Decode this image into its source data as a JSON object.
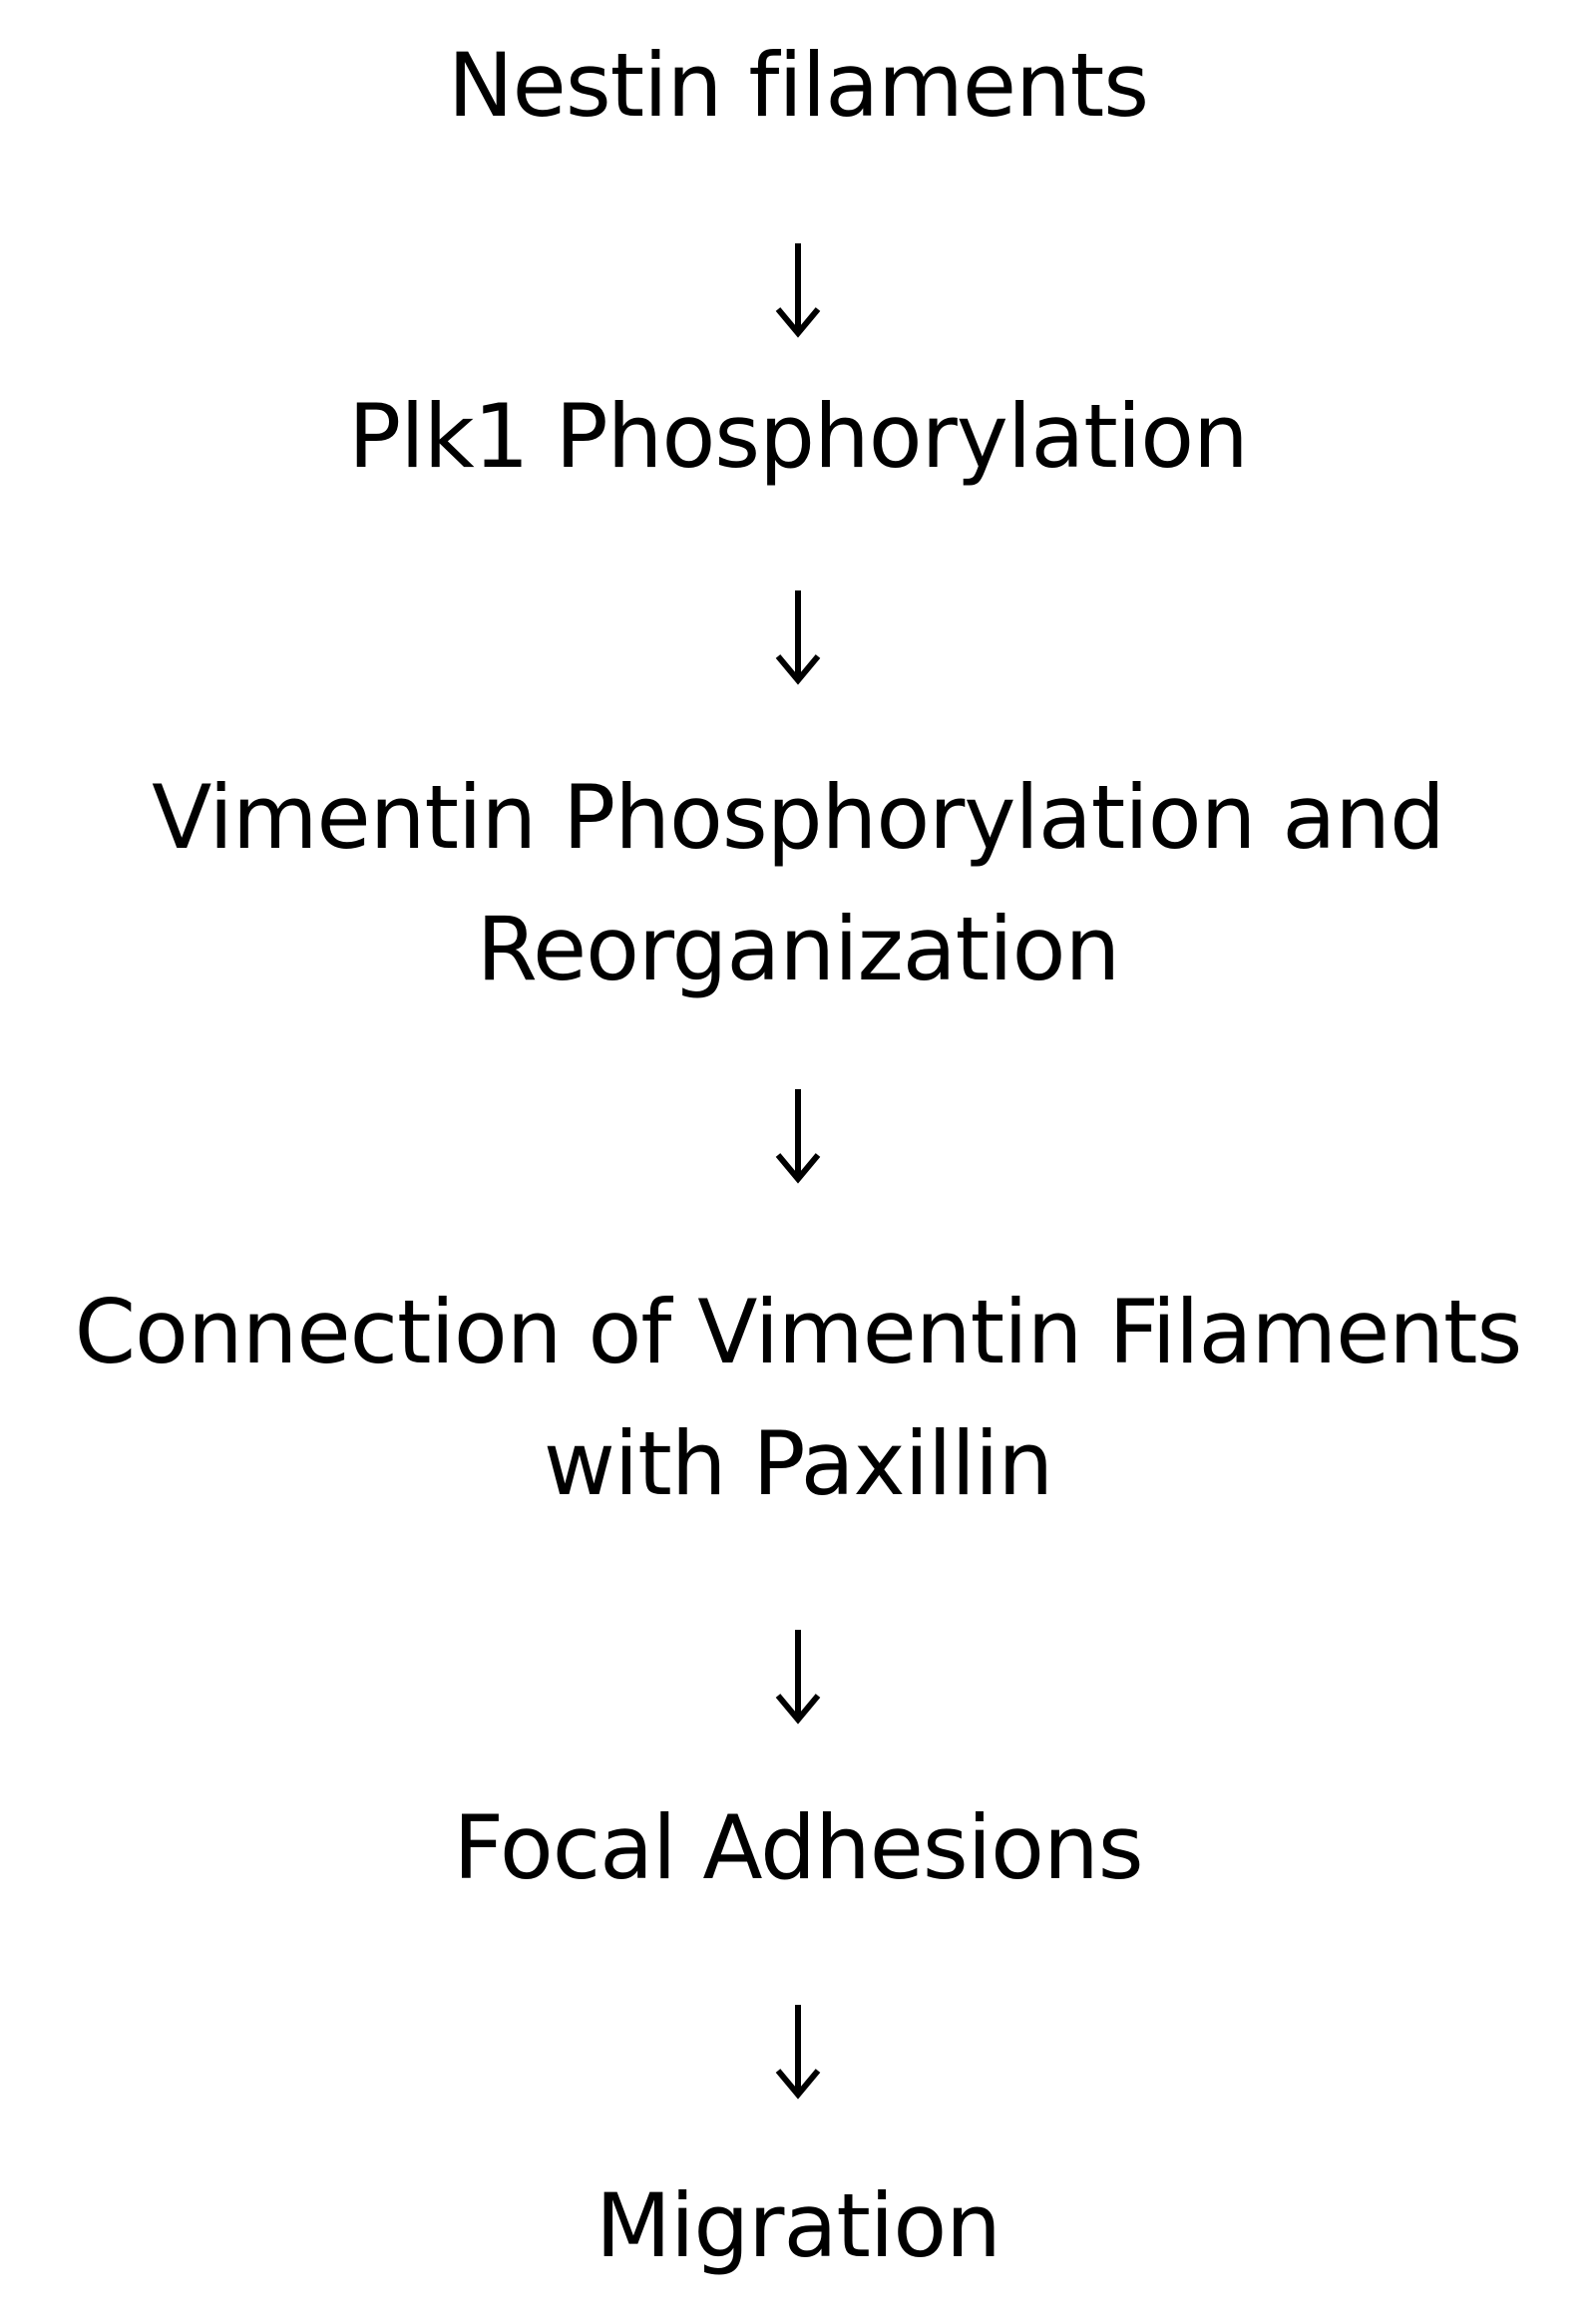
{
  "flowchart": {
    "steps": [
      {
        "lines": [
          "Nestin filaments"
        ]
      },
      {
        "lines": [
          "Plk1 Phosphorylation"
        ]
      },
      {
        "lines": [
          "Vimentin Phosphorylation and",
          "Reorganization"
        ]
      },
      {
        "lines": [
          "Connection of Vimentin Filaments",
          "with Paxillin"
        ]
      },
      {
        "lines": [
          "Focal Adhesions"
        ]
      },
      {
        "lines": [
          "Migration"
        ]
      }
    ],
    "arrow_color": "#000000",
    "text_color": "#000000",
    "background": "#ffffff"
  }
}
